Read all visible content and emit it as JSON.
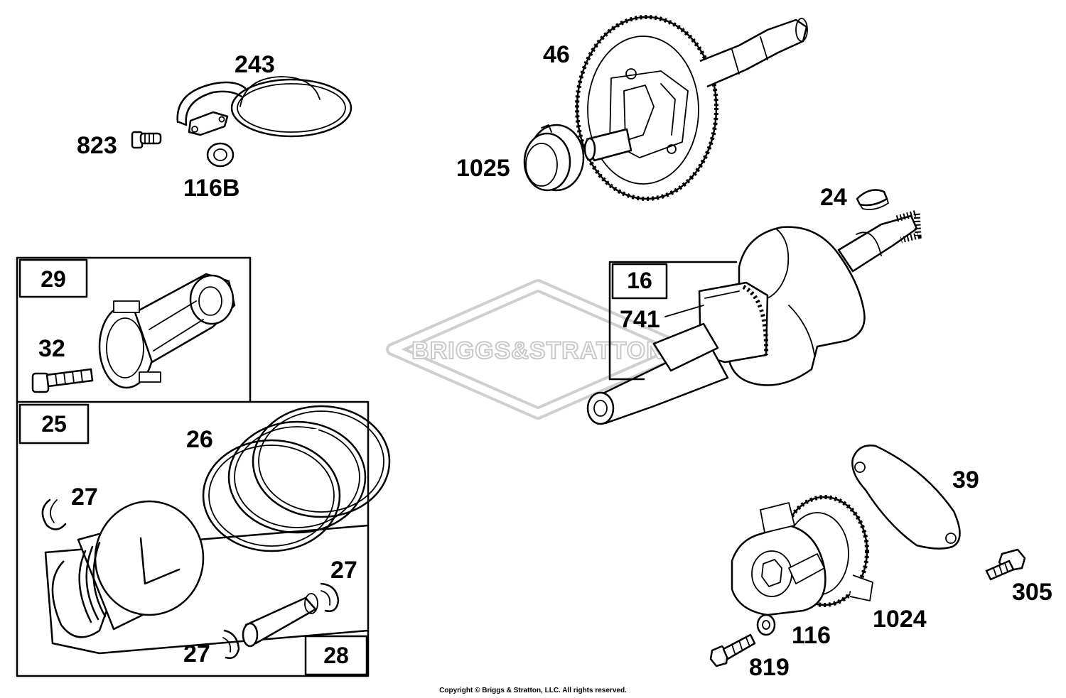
{
  "diagram": {
    "watermark": "BRIGGS&STRATTON",
    "copyright": "Copyright © Briggs & Stratton, LLC. All rights reserved.",
    "boxes": [
      {
        "id": "29",
        "label": "29"
      },
      {
        "id": "25",
        "label": "25"
      },
      {
        "id": "28",
        "label": "28"
      },
      {
        "id": "16",
        "label": "16"
      }
    ],
    "callouts": [
      {
        "id": "243",
        "label": "243"
      },
      {
        "id": "823",
        "label": "823"
      },
      {
        "id": "116B",
        "label": "116B"
      },
      {
        "id": "46",
        "label": "46"
      },
      {
        "id": "1025",
        "label": "1025"
      },
      {
        "id": "24",
        "label": "24"
      },
      {
        "id": "741",
        "label": "741"
      },
      {
        "id": "32",
        "label": "32"
      },
      {
        "id": "26",
        "label": "26"
      },
      {
        "id": "27a",
        "label": "27"
      },
      {
        "id": "27b",
        "label": "27"
      },
      {
        "id": "27c",
        "label": "27"
      },
      {
        "id": "39",
        "label": "39"
      },
      {
        "id": "305",
        "label": "305"
      },
      {
        "id": "1024",
        "label": "1024"
      },
      {
        "id": "116",
        "label": "116"
      },
      {
        "id": "819",
        "label": "819"
      }
    ]
  }
}
